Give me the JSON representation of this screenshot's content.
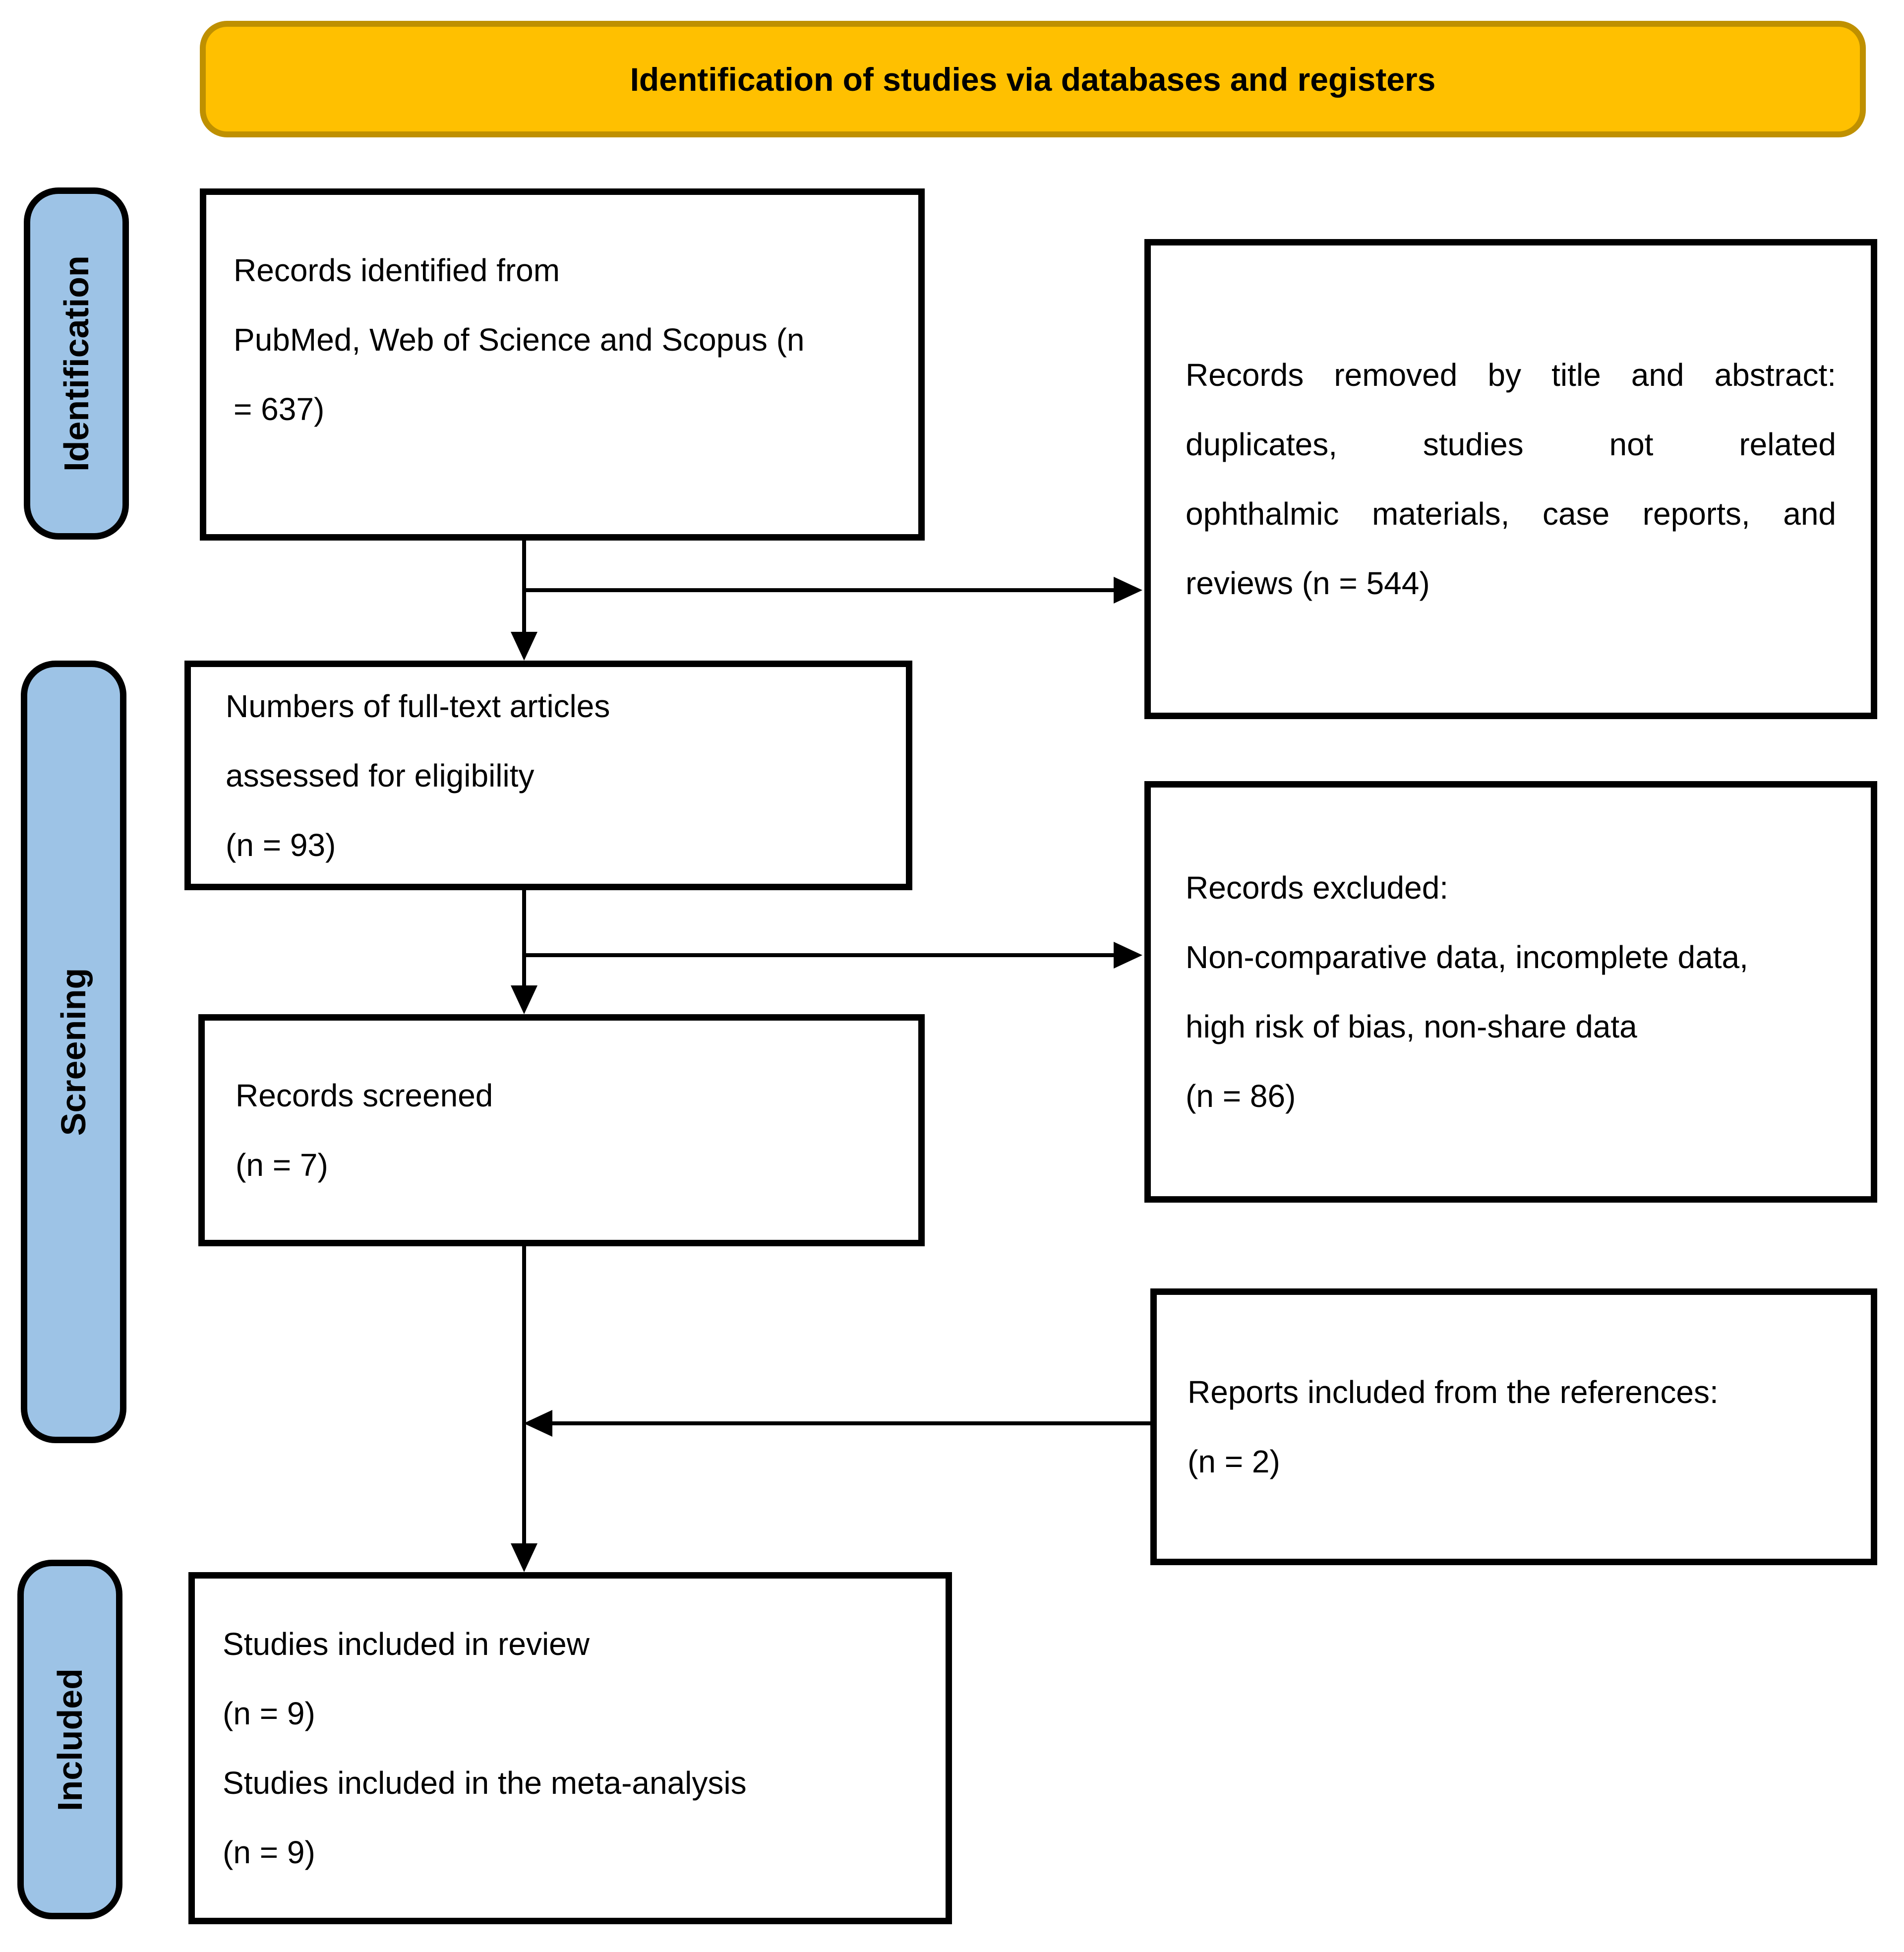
{
  "banner": {
    "title": "Identification of studies via databases and registers",
    "fill_color": "#FFC000",
    "border_color": "#BF9000"
  },
  "stages": [
    {
      "label": "Identification"
    },
    {
      "label": "Screening"
    },
    {
      "label": "Included"
    }
  ],
  "stage_fill_color": "#9DC3E6",
  "stage_border_color": "#000000",
  "box_border_color": "#000000",
  "boxes": {
    "identified": {
      "lines": [
        "Records identified from",
        "PubMed, Web of Science and Scopus (n",
        "= 637)"
      ]
    },
    "removed": {
      "lines": [
        "Records removed by title and abstract:",
        "duplicates, studies not related",
        "ophthalmic materials, case reports, and",
        "reviews (n = 544)"
      ]
    },
    "fulltext": {
      "lines": [
        "Numbers of full-text articles",
        "assessed for eligibility",
        "(n = 93)"
      ]
    },
    "excluded": {
      "lines": [
        "Records excluded:",
        "Non-comparative data, incomplete data,",
        "high risk of bias, non-share data",
        "(n = 86)"
      ]
    },
    "screened": {
      "lines": [
        "Records screened",
        "(n = 7)"
      ]
    },
    "references": {
      "lines": [
        "Reports included from the references:",
        "(n = 2)"
      ]
    },
    "included": {
      "lines": [
        "Studies included in review",
        "(n = 9)",
        "Studies included in the meta-analysis",
        "(n = 9)"
      ]
    }
  }
}
